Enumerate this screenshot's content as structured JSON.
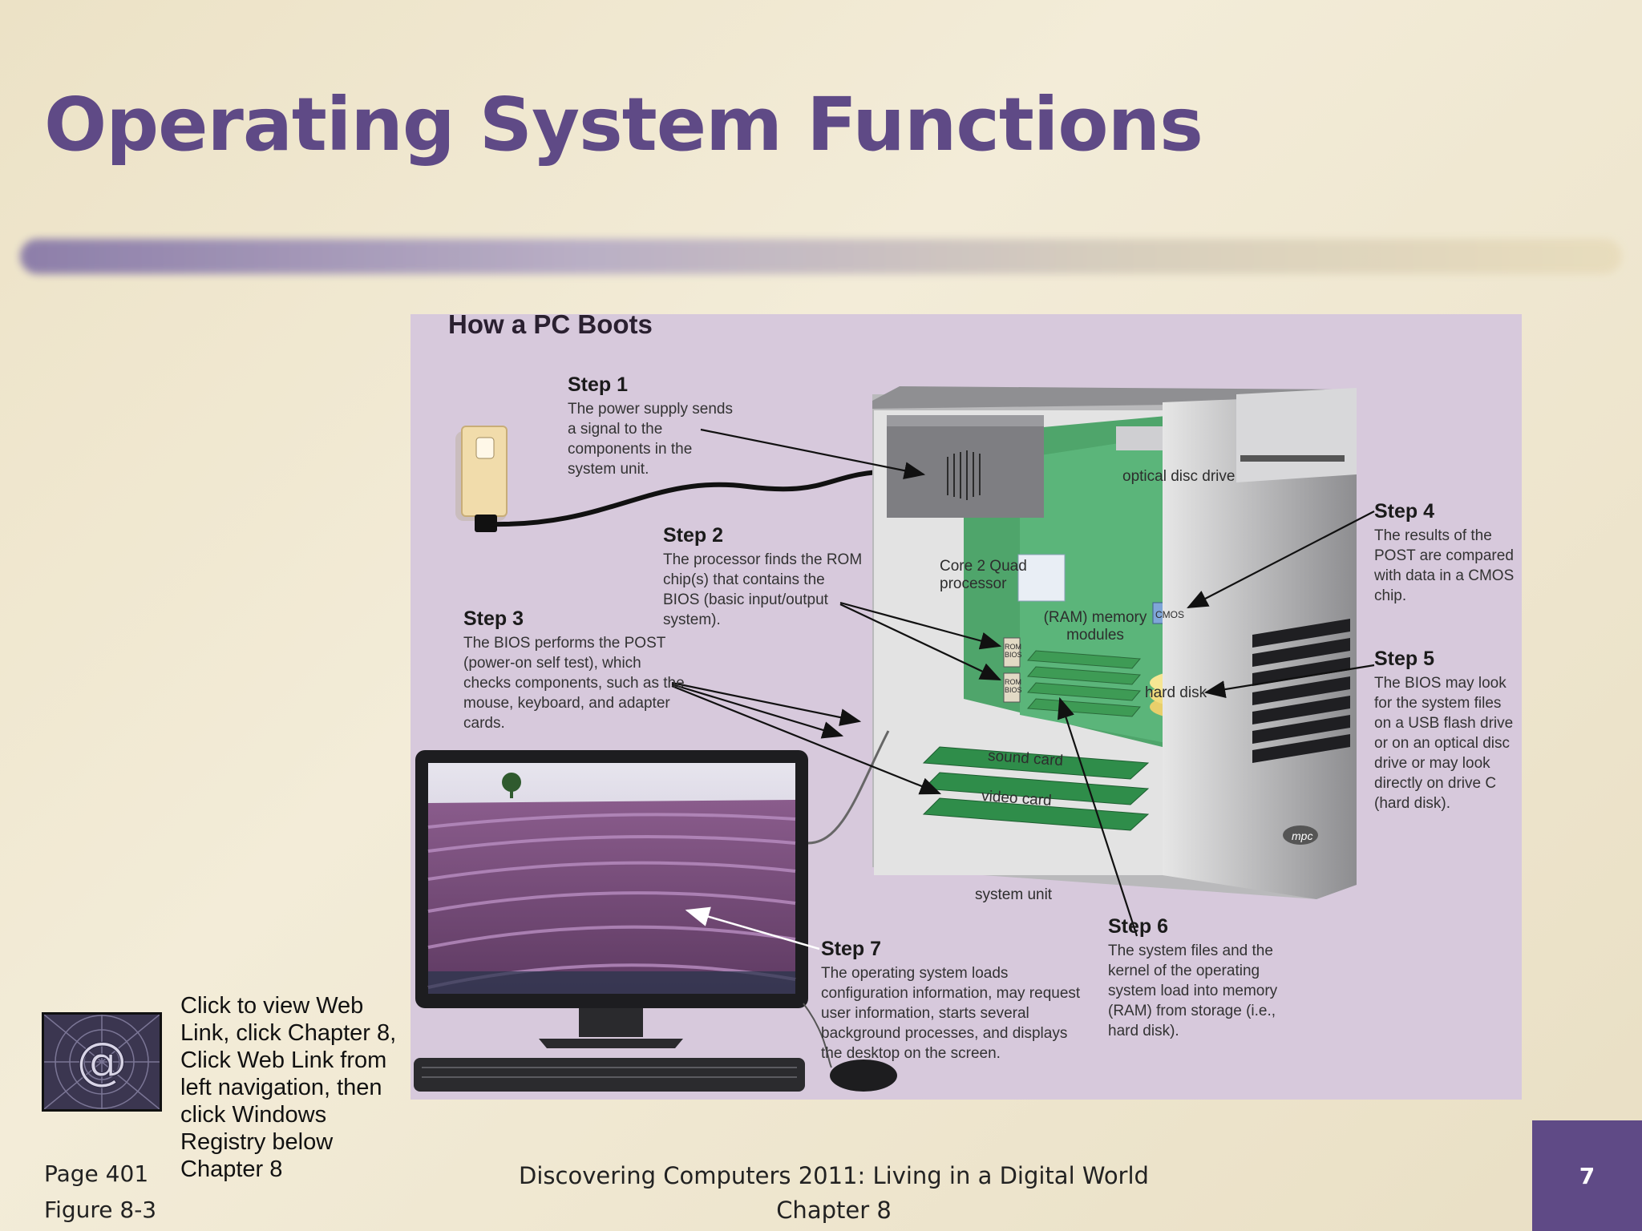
{
  "slide": {
    "title": "Operating System Functions",
    "page_number": "7",
    "footer_left": {
      "page": "Page 401",
      "figure": "Figure 8-3"
    },
    "footer_center": {
      "line1": "Discovering Computers 2011: Living in a Digital World",
      "line2": "Chapter 8"
    }
  },
  "weblink": {
    "icon": "at-sign-icon",
    "text": "Click to view Web Link, click Chapter 8, Click Web  Link from left navigation,  then click Windows Registry below Chapter 8"
  },
  "figure": {
    "title": "How a PC Boots",
    "steps": [
      {
        "heading": "Step 1",
        "text": "The power supply sends a signal to the components in the system unit."
      },
      {
        "heading": "Step 2",
        "text": "The processor finds the ROM chip(s) that contains the BIOS (basic input/output system)."
      },
      {
        "heading": "Step 3",
        "text": "The BIOS performs the POST (power-on self test), which checks components, such as the mouse, keyboard, and adapter cards."
      },
      {
        "heading": "Step 4",
        "text": "The results of the POST are compared with data in a CMOS chip."
      },
      {
        "heading": "Step 5",
        "text": "The BIOS may look for the system files on a USB flash drive or on an optical disc drive or may look directly on drive C (hard disk)."
      },
      {
        "heading": "Step 6",
        "text": "The system files and the kernel of the operating system load into memory (RAM) from storage (i.e., hard disk)."
      },
      {
        "heading": "Step 7",
        "text": "The operating system loads configuration information, may request user information, starts several background processes, and displays the desktop on the screen."
      }
    ],
    "labels": {
      "optical": "optical disc drive",
      "processor": "Core 2 Quad processor",
      "ram": "(RAM) memory modules",
      "cmos": "CMOS",
      "hard_disk": "hard disk",
      "sound": "sound card",
      "video": "video  card",
      "system_unit": "system unit",
      "rom_bios": "ROM BIOS",
      "brand": "mpc"
    }
  }
}
